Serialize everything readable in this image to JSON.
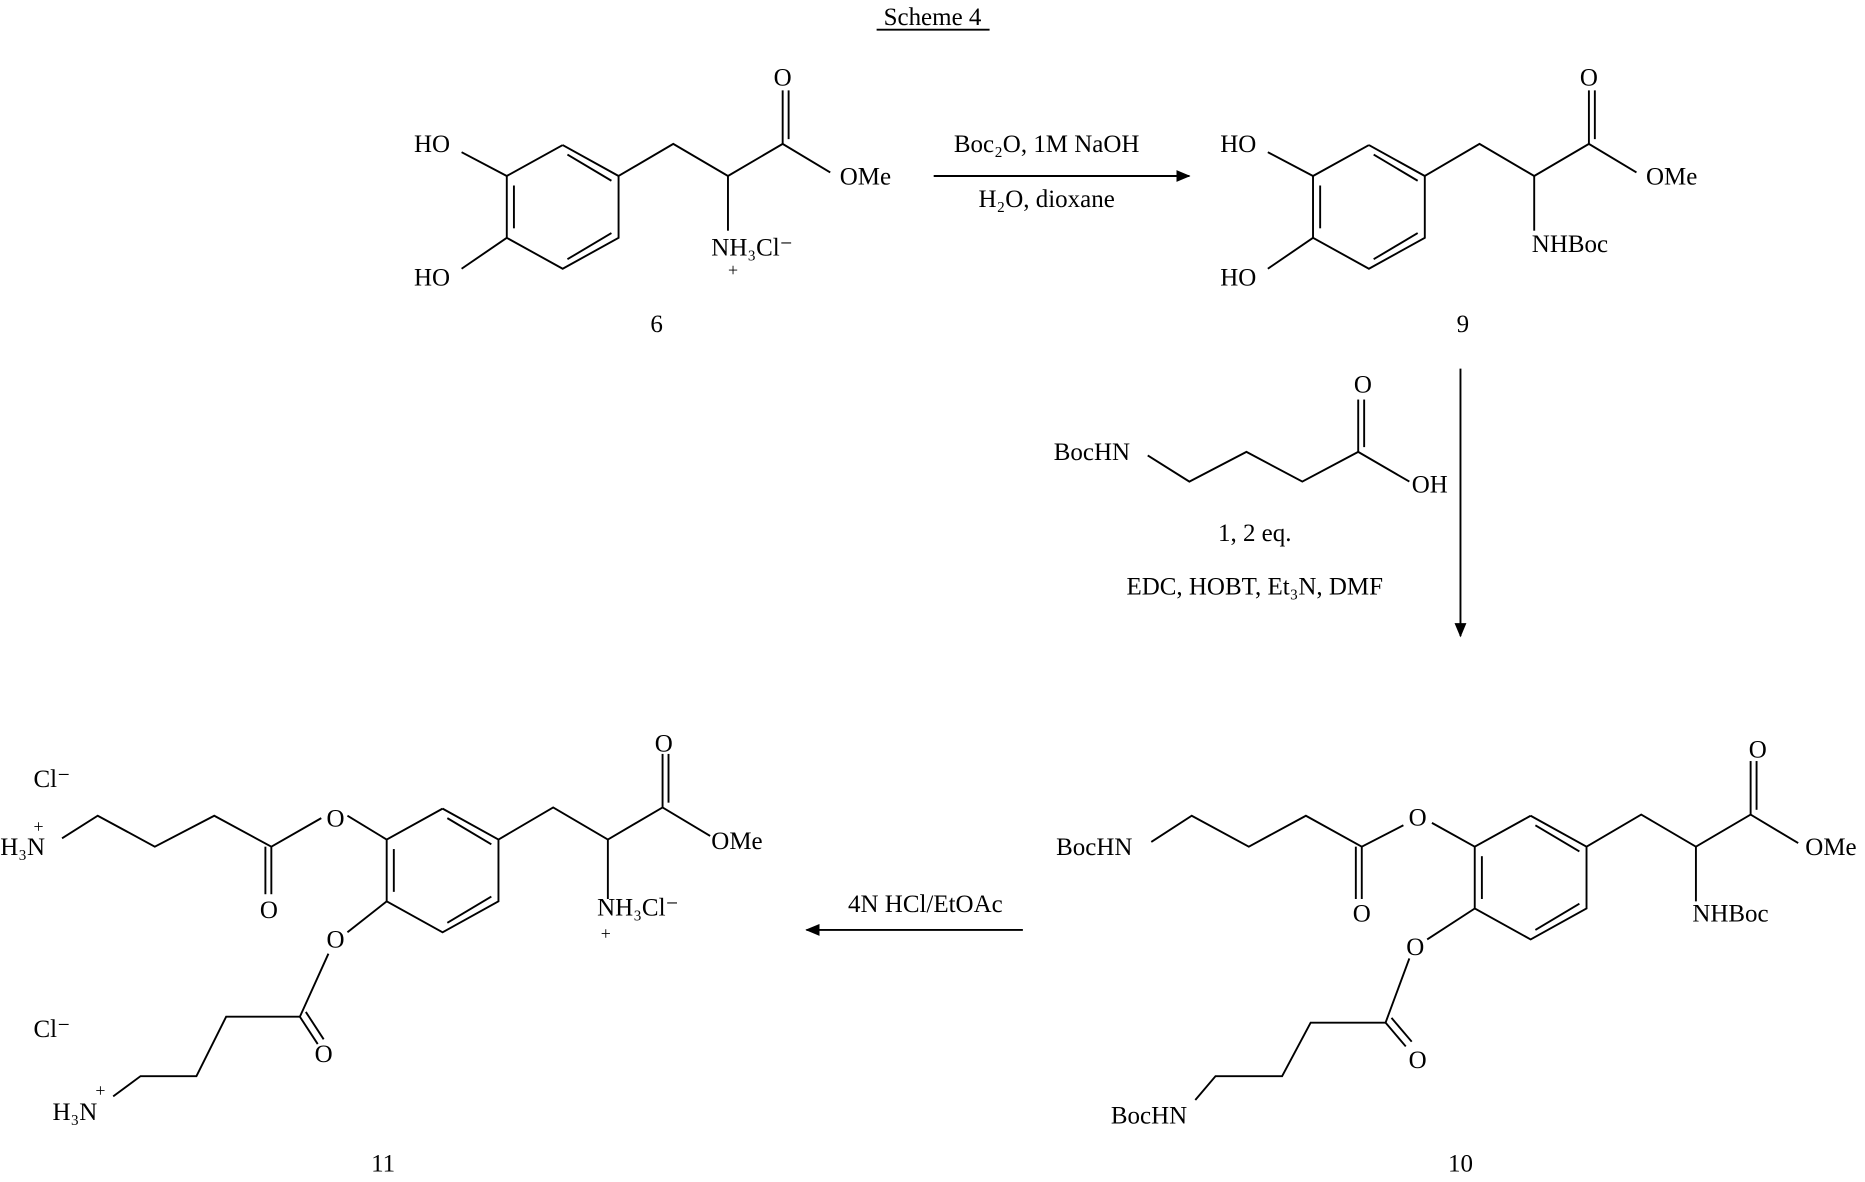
{
  "title": "Scheme 4",
  "compounds": {
    "c6": {
      "number": "6",
      "ho_top": "HO",
      "ho_bottom": "HO",
      "carbonyl_o": "O",
      "ester": "OMe",
      "amine": "NH₃Cl⁻",
      "charge": "+"
    },
    "c9": {
      "number": "9",
      "ho_top": "HO",
      "ho_bottom": "HO",
      "carbonyl_o": "O",
      "ester": "OMe",
      "amine": "NHBoc"
    },
    "c10": {
      "number": "10",
      "carbonyl_o": "O",
      "ester": "OMe",
      "amine": "NHBoc",
      "ester_o1": "O",
      "ester_o1_co": "O",
      "chain1_end": "BocHN",
      "ester_o2": "O",
      "ester_o2_co": "O",
      "chain2_end": "BocHN"
    },
    "c11": {
      "number": "11",
      "carbonyl_o": "O",
      "ester": "OMe",
      "amine": "NH₃Cl⁻",
      "charge": "+",
      "ester_o1": "O",
      "ester_o1_co": "O",
      "chain1_end": "H₃N",
      "chain1_charge": "+",
      "cl1": "Cl⁻",
      "ester_o2": "O",
      "ester_o2_co": "O",
      "chain2_end": "H₃N",
      "chain2_charge": "+",
      "cl2": "Cl⁻"
    }
  },
  "reagent": {
    "amine": "BocHN",
    "carbonyl_o": "O",
    "acid": "OH",
    "equiv": "1, 2 eq.",
    "conditions": "EDC, HOBT, Et₃N, DMF"
  },
  "step1": {
    "above": "Boc₂O, 1M NaOH",
    "below": "H₂O, dioxane"
  },
  "step3": {
    "above": "4N HCl/EtOAc"
  }
}
